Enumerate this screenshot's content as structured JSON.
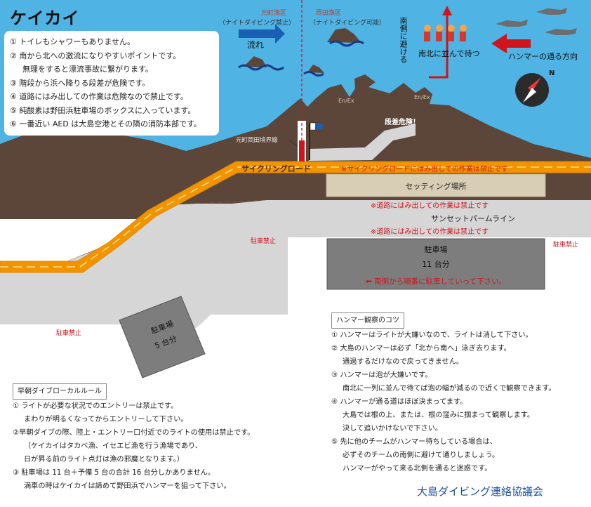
{
  "title": "ケイカイ",
  "notes": [
    "① トイレもシャワーもありません。",
    "② 南から北への激流になりやすいポイントです。",
    "無理をすると漂流事故に繋がります。",
    "③ 階段から浜へ降りる段差が危険です。",
    "④ 道路にはみ出しての作業は危険なので禁止です。",
    "⑤ 純酸素は野田浜駐車場のボックスに入っています。",
    "⑥ 一番近い AED は大島空港とその隣の消防本部です。"
  ],
  "zones": {
    "left_name": "元町漁区",
    "left_note": "（ナイトダイビング禁止）",
    "right_name": "岡田漁区",
    "right_note": "（ナイトダイビング可能）",
    "boundary_label": "元町岡田境界線"
  },
  "current_label": "流れ",
  "avoid_label_vertical": "南側に避ける",
  "line_up_label": "南北に並んで待つ",
  "hammer_direction_label": "ハンマーの通る方向",
  "compass_north": "N",
  "entry_exit": [
    "En/Ex",
    "En/Ex"
  ],
  "step_danger": "段差危険！",
  "cycling_road": "サイクリングロード",
  "cycling_warning": "※サイクリングロードにはみ出しての作業は禁止です",
  "setting_area": "セッティング場所",
  "road_warning_1": "※道路にはみ出しての作業は禁止です",
  "sunset_line": "サンセットパームライン",
  "road_warning_2": "※道路にはみ出しての作業は禁止です",
  "no_parking": "駐車禁止",
  "parking_big": {
    "title": "駐車場",
    "count": "11 台分",
    "note": "⬅ 南側から順番に駐車していって下さい。"
  },
  "parking_small": {
    "title": "駐車場",
    "count": "5 台分"
  },
  "hammer_tips": {
    "heading": "ハンマー観察のコツ",
    "lines": [
      "① ハンマーはライトが大嫌いなので、ライトは消して下さい。",
      "② 大島のハンマーは必ず「北から南へ」泳ぎ去ります。",
      "通過するだけなので戻ってきません。",
      "③ ハンマーは泡が大嫌いです。",
      "南北に一列に並んで待てば泡の幅が減るので近くで観察できます。",
      "④ ハンマーが通る道はほぼ決まってます。",
      "大島では根の上、または、根の窪みに掴まって観察します。",
      "決して追いかけないで下さい。",
      "⑤ 先に他のチームがハンマー待ちしている場合は、",
      "必ずそのチームの南側に避けて通りしましょう。",
      "ハンマーがやって来る北側を通ると迷惑です。"
    ]
  },
  "local_rules": {
    "heading": "早朝ダイブローカルルール",
    "lines": [
      "① ライトが必要な状況でのエントリーは禁止です。",
      "まわりが明るくなってからエントリーして下さい。",
      "②早朝ダイブの際、陸上・エントリー口付近でのライトの使用は禁止です。",
      "（ケイカイはタカベ漁、イセエビ漁を行う漁場であり、",
      "日が昇る前のライト点灯は漁の邪魔となります。）",
      "③ 駐車場は 11 台＋予備 5 台の合計 16 台分しかありません。",
      "満車の時はケイカイは諦めて野田浜でハンマーを狙って下さい。"
    ]
  },
  "footer": "大島ダイビング連絡協議会",
  "colors": {
    "sea": "#4fb3e3",
    "land": "#5b4639",
    "road": "#f29400",
    "setting": "#d8ceb6",
    "lot": "#7d7d7d",
    "street": "#d6d6d6"
  }
}
